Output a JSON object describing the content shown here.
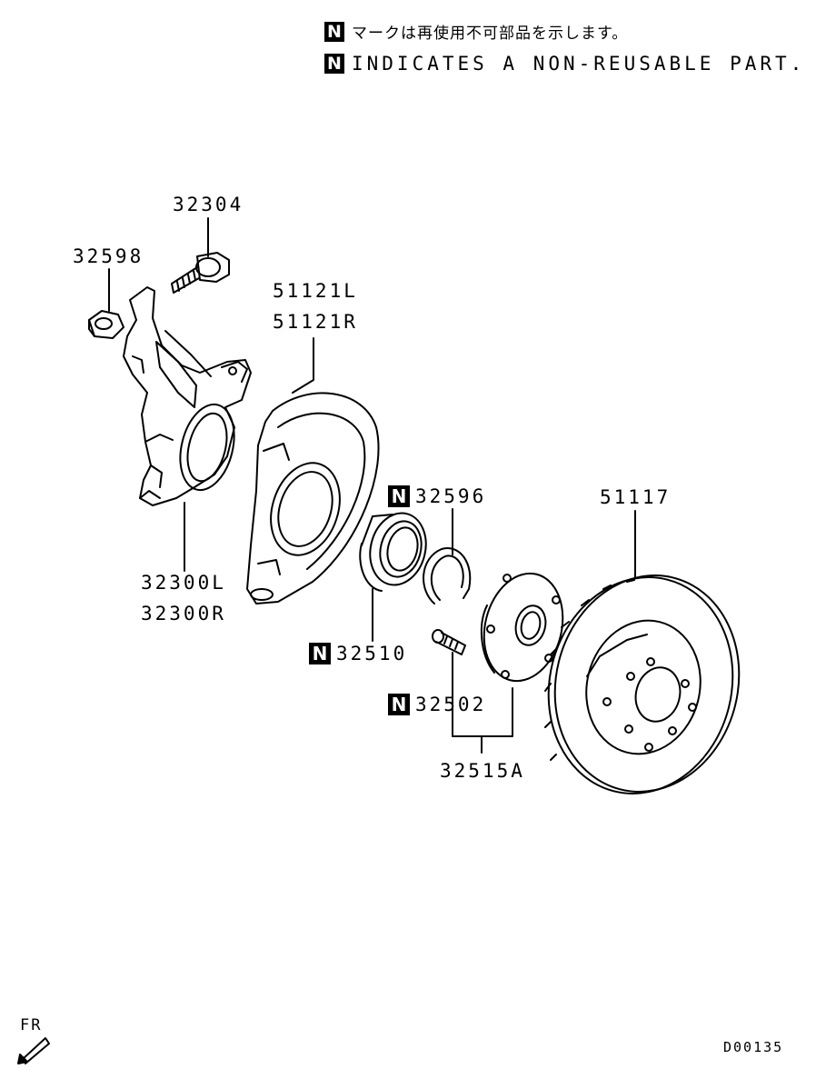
{
  "legend": {
    "badge": "N",
    "japanese": "マークは再使用不可部品を示します。",
    "english": "INDICATES A NON-REUSABLE PART."
  },
  "parts": {
    "bolt": "32304",
    "nut": "32598",
    "knuckle_l": "32300L",
    "knuckle_r": "32300R",
    "dust_cover_l": "51121L",
    "dust_cover_r": "51121R",
    "bearing": "32510",
    "snap_ring": "32596",
    "hub_bolt": "32502",
    "hub_assembly": "32515A",
    "brake_disc": "51117"
  },
  "non_reusable_badge": "N",
  "direction": "FR",
  "diagram_code": "D00135"
}
